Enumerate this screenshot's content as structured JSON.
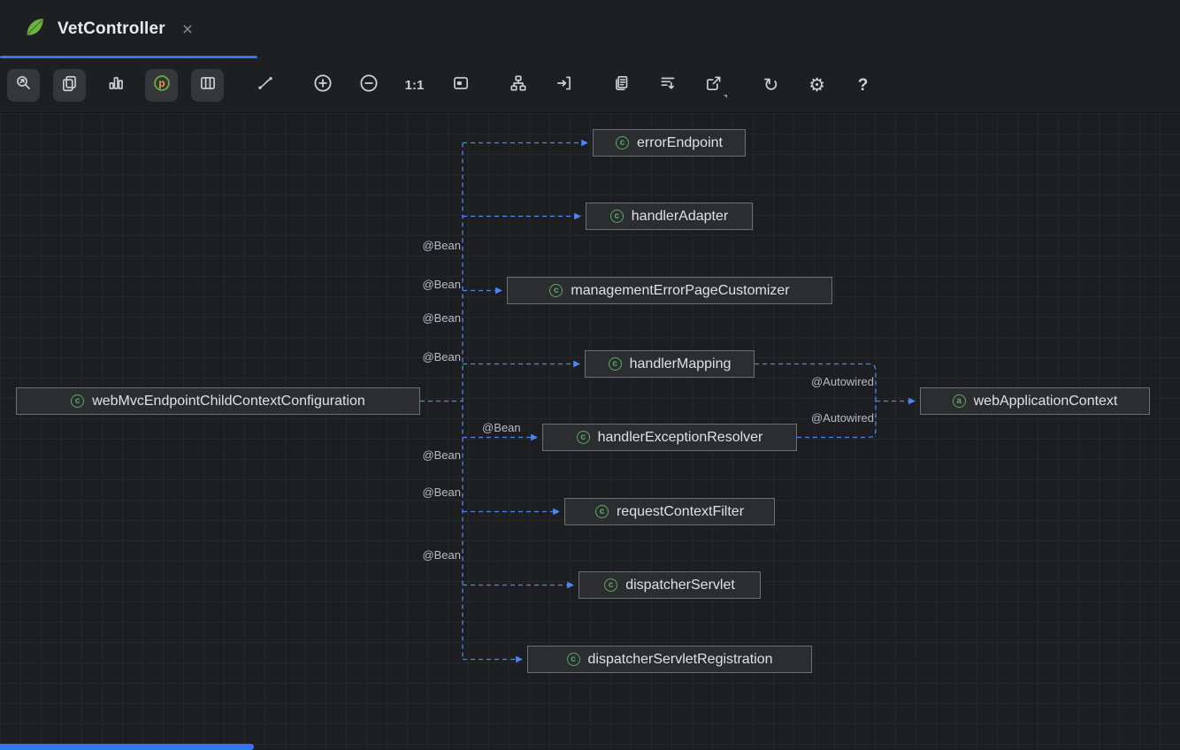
{
  "tab": {
    "title": "VetController",
    "close_glyph": "×"
  },
  "toolbar": {
    "actual_size_label": "1:1",
    "scope_icon_letter": "p",
    "refresh_glyph": "↻",
    "gear_glyph": "⚙",
    "help_glyph": "?",
    "buttons": [
      "locate-in-diagram",
      "copy-selection",
      "show-columns",
      "bean-scope-filter",
      "table-view",
      "edge-mode",
      "zoom-in",
      "zoom-out",
      "actual-size",
      "fit-content",
      "apply-layout",
      "route-edges",
      "copy-diagram",
      "expand-nodes",
      "export-diagram",
      "refresh",
      "settings",
      "help"
    ]
  },
  "diagram": {
    "nodes": [
      {
        "id": "errorEndpoint",
        "label": "errorEndpoint",
        "icon_letter": "c"
      },
      {
        "id": "handlerAdapter",
        "label": "handlerAdapter",
        "icon_letter": "c"
      },
      {
        "id": "managementErrorPageCustomizer",
        "label": "managementErrorPageCustomizer",
        "icon_letter": "c"
      },
      {
        "id": "handlerMapping",
        "label": "handlerMapping",
        "icon_letter": "c"
      },
      {
        "id": "webMvcEndpointChildContextConfiguration",
        "label": "webMvcEndpointChildContextConfiguration",
        "icon_letter": "c"
      },
      {
        "id": "webApplicationContext",
        "label": "webApplicationContext",
        "icon_letter": "a"
      },
      {
        "id": "handlerExceptionResolver",
        "label": "handlerExceptionResolver",
        "icon_letter": "c"
      },
      {
        "id": "requestContextFilter",
        "label": "requestContextFilter",
        "icon_letter": "c"
      },
      {
        "id": "dispatcherServlet",
        "label": "dispatcherServlet",
        "icon_letter": "c"
      },
      {
        "id": "dispatcherServletRegistration",
        "label": "dispatcherServletRegistration",
        "icon_letter": "c"
      }
    ],
    "edges": [
      {
        "from": "webMvcEndpointChildContextConfiguration",
        "to": "errorEndpoint",
        "label": "@Bean"
      },
      {
        "from": "webMvcEndpointChildContextConfiguration",
        "to": "handlerAdapter",
        "label": "@Bean"
      },
      {
        "from": "webMvcEndpointChildContextConfiguration",
        "to": "managementErrorPageCustomizer",
        "label": "@Bean"
      },
      {
        "from": "webMvcEndpointChildContextConfiguration",
        "to": "handlerMapping",
        "label": "@Bean"
      },
      {
        "from": "webMvcEndpointChildContextConfiguration",
        "to": "handlerExceptionResolver",
        "label": "@Bean"
      },
      {
        "from": "webMvcEndpointChildContextConfiguration",
        "to": "requestContextFilter",
        "label": "@Bean"
      },
      {
        "from": "webMvcEndpointChildContextConfiguration",
        "to": "dispatcherServlet",
        "label": "@Bean"
      },
      {
        "from": "webMvcEndpointChildContextConfiguration",
        "to": "dispatcherServletRegistration",
        "label": "@Bean"
      },
      {
        "from": "handlerMapping",
        "to": "webApplicationContext",
        "label": "@Autowired"
      },
      {
        "from": "handlerExceptionResolver",
        "to": "webApplicationContext",
        "label": "@Autowired"
      }
    ],
    "edge_labels": [
      {
        "text": "@Bean"
      },
      {
        "text": "@Bean"
      },
      {
        "text": "@Bean"
      },
      {
        "text": "@Bean"
      },
      {
        "text": "@Bean"
      },
      {
        "text": "@Bean"
      },
      {
        "text": "@Bean"
      },
      {
        "text": "@Bean"
      },
      {
        "text": "@Autowired"
      },
      {
        "text": "@Autowired"
      }
    ],
    "colors": {
      "edge": "#4e86f5",
      "accent": "#3574f0",
      "spring_green": "#6db33f",
      "node_bg": "#2b2d30",
      "node_border": "#6c6f75"
    }
  }
}
